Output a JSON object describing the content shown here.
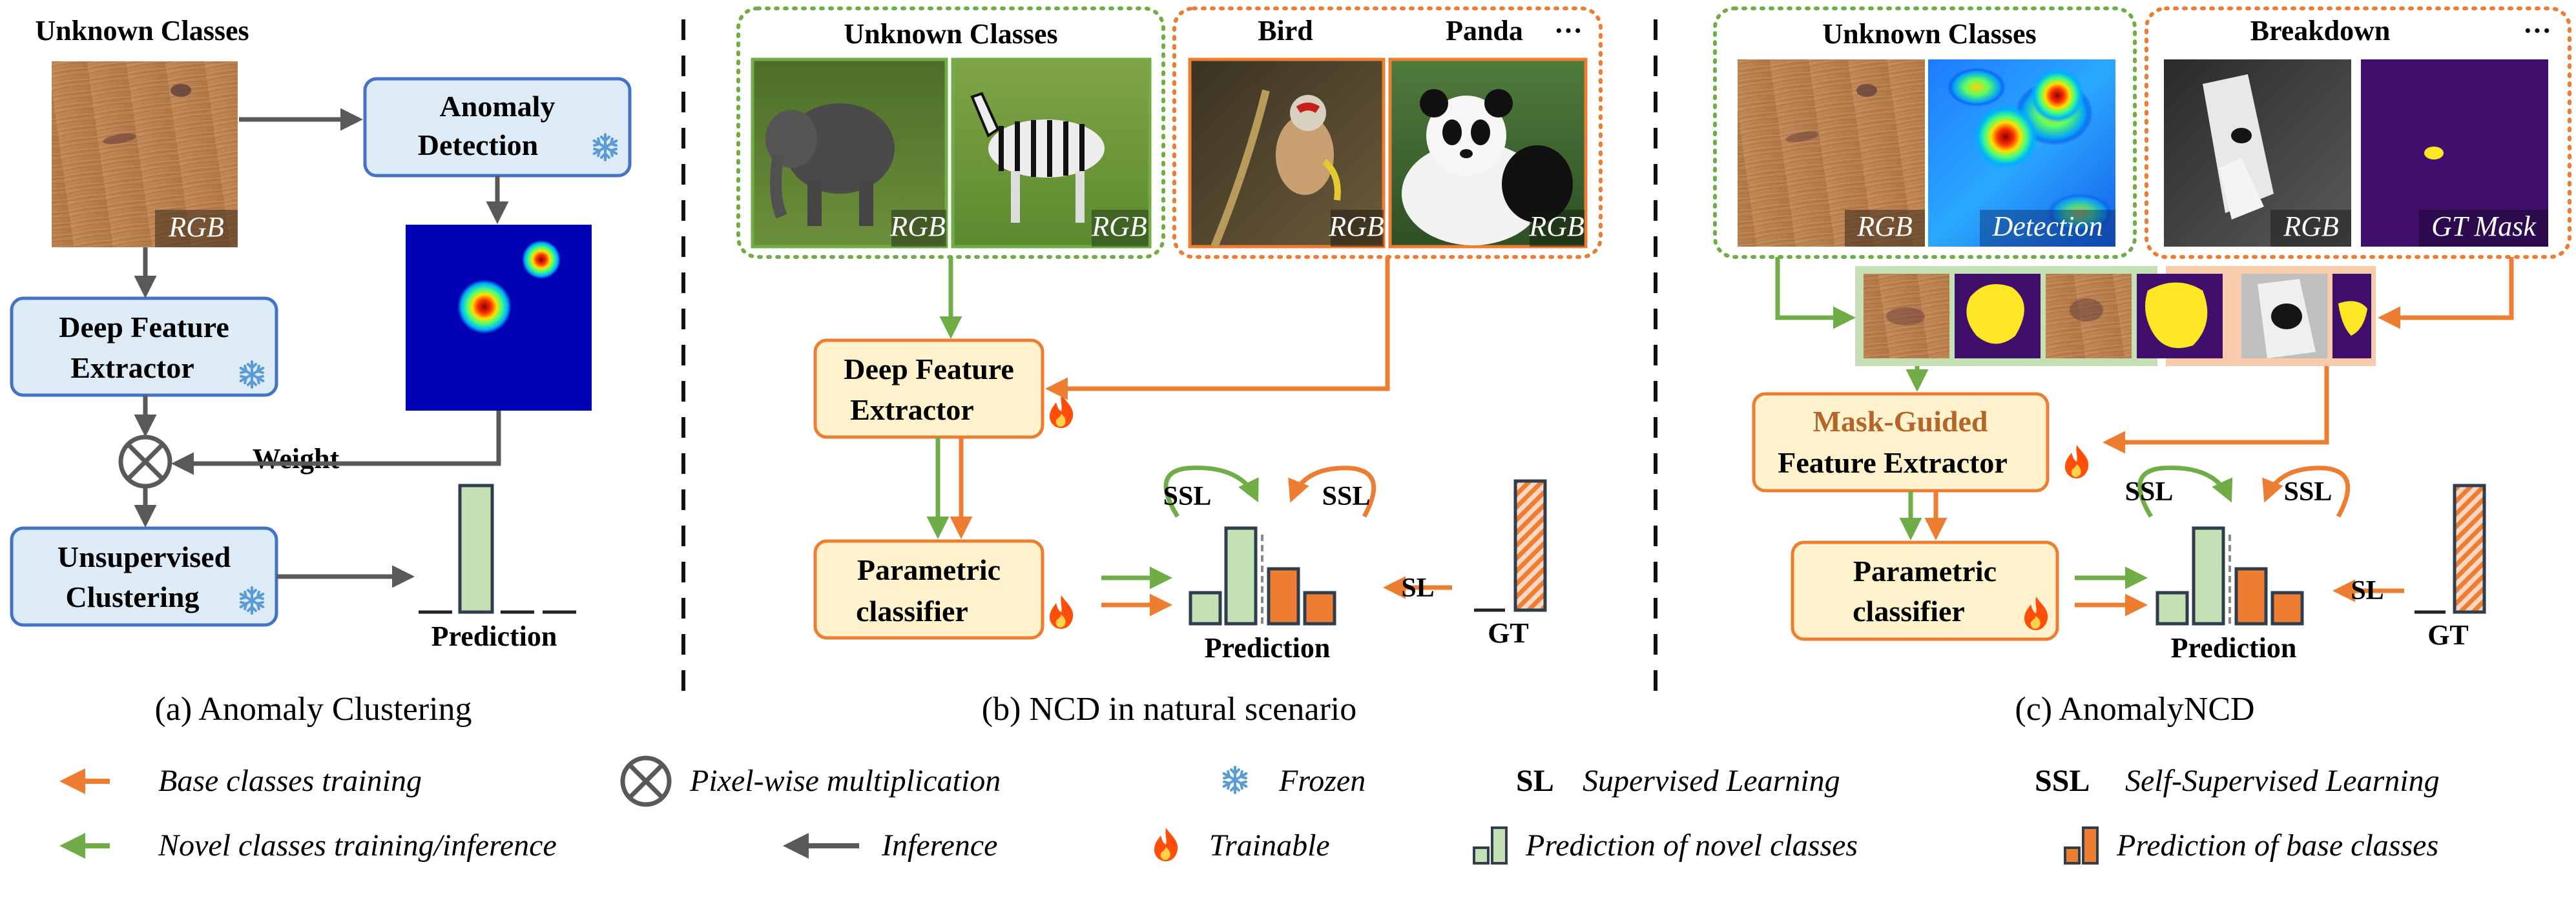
{
  "panel_a": {
    "caption": "(a) Anomaly Clustering",
    "header": "Unknown Classes",
    "image_tag": "RGB",
    "anomaly_detection": [
      "Anomaly",
      "Detection"
    ],
    "deep_feature_extractor": [
      "Deep Feature",
      "Extractor"
    ],
    "weight_label": "Weight",
    "unsupervised_clustering": [
      "Unsupervised",
      "Clustering"
    ],
    "prediction_label": "Prediction"
  },
  "panel_b": {
    "caption": "(b) NCD in natural scenario",
    "unknown_header": "Unknown Classes",
    "bird_label": "Bird",
    "panda_label": "Panda",
    "more": "···",
    "image_tag": "RGB",
    "deep_feature_extractor": [
      "Deep Feature",
      "Extractor"
    ],
    "parametric_classifier": [
      "Parametric",
      "classifier"
    ],
    "ssl": "SSL",
    "sl": "SL",
    "prediction_label": "Prediction",
    "gt_label": "GT"
  },
  "panel_c": {
    "caption": "(c) AnomalyNCD",
    "unknown_header": "Unknown Classes",
    "breakdown_header": "Breakdown",
    "more": "···",
    "image_tag": "RGB",
    "detection_tag": "Detection",
    "gt_mask_tag": "GT Mask",
    "mask_guided": "Mask-Guided",
    "feature_extractor": "Feature Extractor",
    "parametric_classifier": [
      "Parametric",
      "classifier"
    ],
    "ssl": "SSL",
    "sl": "SL",
    "prediction_label": "Prediction",
    "gt_label": "GT"
  },
  "legend": {
    "base_training": "Base classes training",
    "pixel_mult": "Pixel-wise multiplication",
    "frozen": "Frozen",
    "sl_abbr": "SL",
    "sl_full": "Supervised Learning",
    "ssl_abbr": "SSL",
    "ssl_full": "Self-Supervised Learning",
    "novel_training": "Novel classes training/inference",
    "inference": "Inference",
    "trainable": "Trainable",
    "pred_novel": "Prediction of novel classes",
    "pred_base": "Prediction of base classes"
  },
  "colors": {
    "orange": "#ED7D31",
    "green": "#70AD47",
    "gray": "#595959",
    "box_blue_fill": "#DDEBF7",
    "box_blue_stroke": "#4472C4",
    "box_orange_fill": "#FFF2CC",
    "bar_green": "#C5E0B4",
    "bar_orange": "#ED7D31",
    "snowflake": "#5B9BD5",
    "mask_purple": "#3F0F6B",
    "mask_yellow": "#FDE725"
  }
}
